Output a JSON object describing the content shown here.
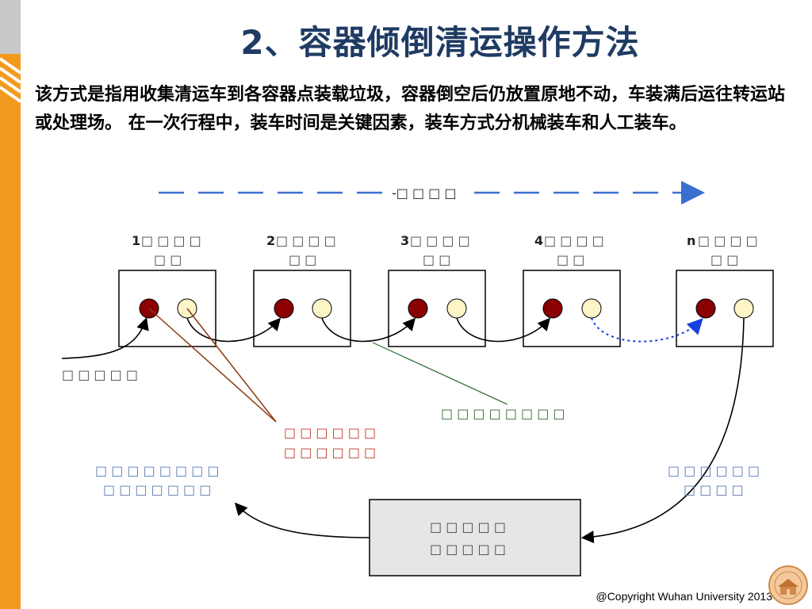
{
  "slide": {
    "title": "2、容器倾倒清运操作方法",
    "description": "该方式是指用收集清运车到各容器点装载垃圾，容器倒空后仍放置原地不动，车装满后运往转运站或处理场。 在一次行程中，装车时间是关键因素，装车方式分机械装车和人工装车。",
    "copyright": "@Copyright Wuhan University 2013"
  },
  "diagram": {
    "flow_label": "-□ □ □ □",
    "containers": [
      {
        "num": "1",
        "line1": "□ □ □ □",
        "line2": "□ □"
      },
      {
        "num": "2",
        "line1": "□ □ □ □",
        "line2": "□ □"
      },
      {
        "num": "3",
        "line1": "□ □ □ □",
        "line2": "□ □"
      },
      {
        "num": "4",
        "line1": "□ □ □ □",
        "line2": "□ □"
      },
      {
        "num": "n",
        "line1": "□ □ □ □",
        "line2": "□ □"
      }
    ],
    "start_label": "□ □ □ □ □",
    "drive_label": "□ □ □ □ □ □ □ □",
    "pickup_label": [
      "□ □ □ □ □ □",
      "□ □ □ □ □ □"
    ],
    "return_label": [
      "□ □ □ □ □ □ □ □",
      "□ □ □ □ □ □ □"
    ],
    "to_facility_label": [
      "□ □ □ □ □ □",
      "□ □ □ □"
    ],
    "facility_label": [
      "□ □ □ □ □",
      "□ □ □ □ □"
    ]
  },
  "colors": {
    "title": "#1f3b63",
    "sidebar_orange": "#f39a1e",
    "full_container": "#8b0000",
    "empty_container": "#fdf5c8",
    "flow_arrow": "#3a6fd0",
    "facility_fill": "#e6e6e6"
  }
}
